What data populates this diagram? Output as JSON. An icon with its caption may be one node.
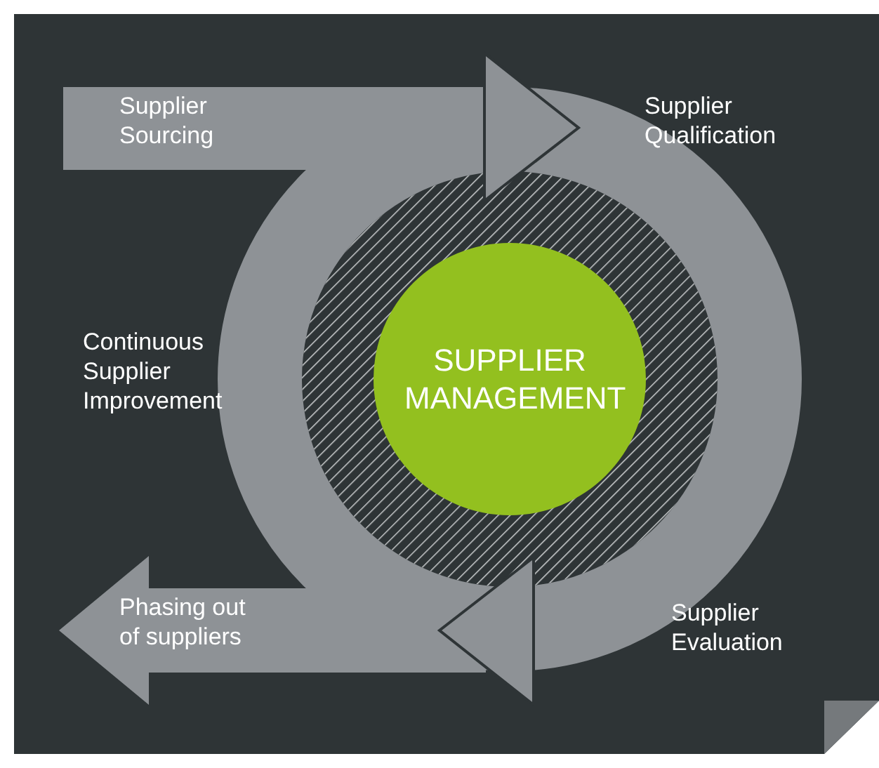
{
  "diagram": {
    "nodes": [
      {
        "text": [
          "SUPPLIER MANAGEMENT"
        ]
      }
    ],
    "labels": [
      "Supplier Sourcing",
      "Supplier Qualification",
      "Continuous Supplier Improvement",
      "Phasing out of suppliers",
      "Supplier Evaluation"
    ]
  }
}
